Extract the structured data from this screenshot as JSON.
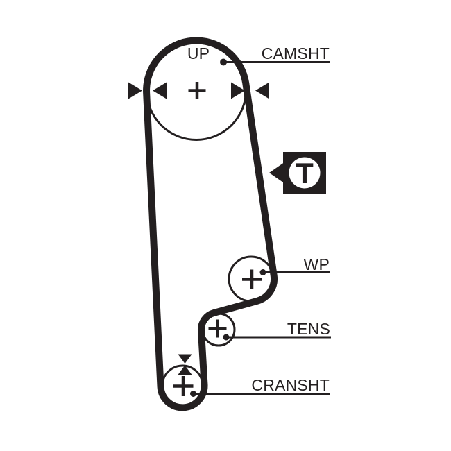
{
  "canvas": {
    "background": "#ffffff",
    "ink": "#231f20",
    "figure_type": "timing-belt-routing-diagram"
  },
  "pulleys": {
    "camshaft": {
      "label": "CAMSHT",
      "direction_mark": "UP"
    },
    "water_pump": {
      "label": "WP"
    },
    "tensioner": {
      "label": "TENS"
    },
    "crankshaft": {
      "label": "CRANSHT"
    }
  },
  "badge": {
    "letter": "T"
  },
  "icons": {
    "align-arrow-right-icon": "►",
    "align-arrow-left-icon": "◄",
    "timing-mark-down-icon": "▼",
    "timing-mark-up-icon": "▲",
    "tension-pointer-icon": "◄",
    "center-cross-icon": "+",
    "leader-dot-icon": "●"
  }
}
